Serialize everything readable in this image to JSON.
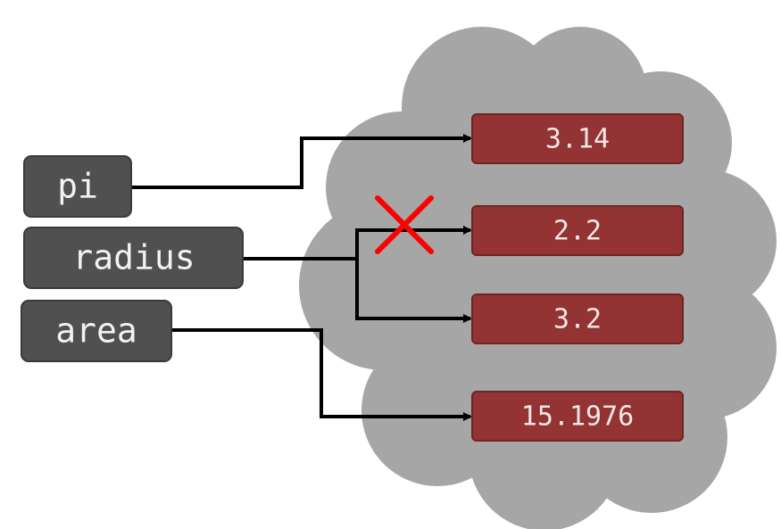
{
  "diagram": {
    "variables": [
      {
        "id": "pi",
        "name": "pi"
      },
      {
        "id": "radius",
        "name": "radius"
      },
      {
        "id": "area",
        "name": "area"
      }
    ],
    "values": [
      {
        "id": "v314",
        "text": "3.14"
      },
      {
        "id": "v22",
        "text": "2.2"
      },
      {
        "id": "v32",
        "text": "3.2"
      },
      {
        "id": "v151976",
        "text": "15.1976"
      }
    ],
    "bindings": [
      {
        "from": "pi",
        "to": "v314",
        "status": "active"
      },
      {
        "from": "radius",
        "to": "v22",
        "status": "removed"
      },
      {
        "from": "radius",
        "to": "v32",
        "status": "active"
      },
      {
        "from": "area",
        "to": "v151976",
        "status": "active"
      }
    ],
    "colors": {
      "memory_cloud": "#a6a6a6",
      "variable_box": "#505050",
      "value_box": "#933333",
      "arrow": "#000000",
      "removed_mark": "#ff0000"
    }
  }
}
